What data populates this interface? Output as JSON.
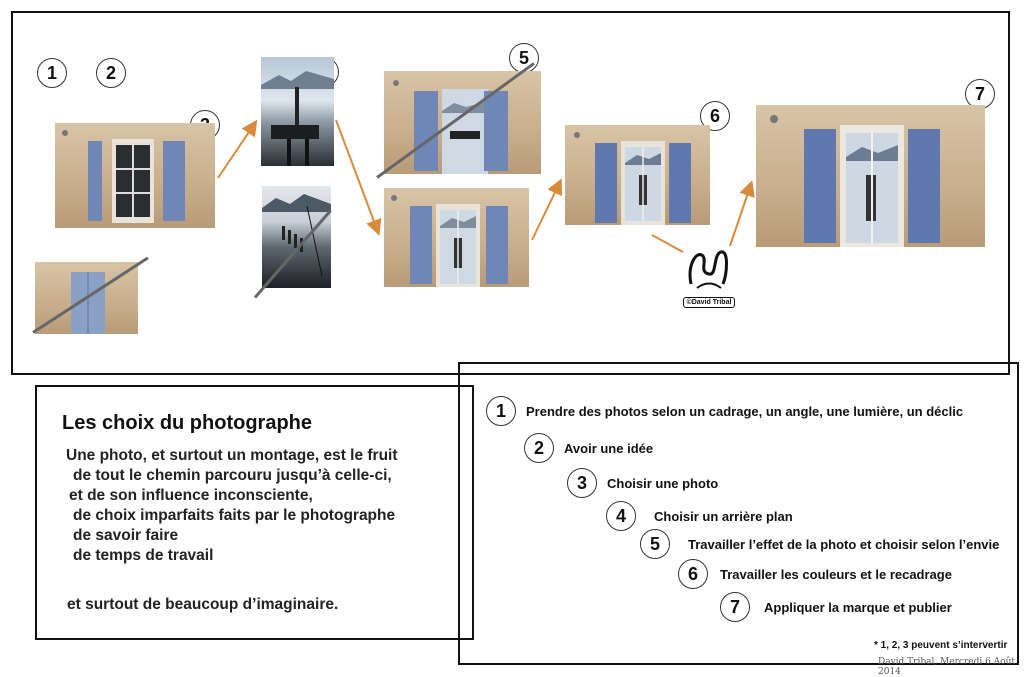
{
  "diagram": {
    "numbers": [
      "1",
      "2",
      "3",
      "4",
      "5",
      "6",
      "7"
    ],
    "watermark": "©David Tribal"
  },
  "text_box": {
    "title": "Les choix du photographe",
    "lines": [
      "Une photo, et surtout un montage, est le fruit",
      "de tout le chemin parcouru jusqu’à celle-ci,",
      "et de son influence inconsciente,",
      "de choix imparfaits faits par le photographe",
      "de savoir faire",
      "de temps de travail"
    ],
    "closing": "et surtout de beaucoup d’imaginaire."
  },
  "steps": [
    {
      "n": "1",
      "label": "Prendre des photos selon un cadrage, un angle, une lumière, un déclic"
    },
    {
      "n": "2",
      "label": "Avoir une idée"
    },
    {
      "n": "3",
      "label": "Choisir une photo"
    },
    {
      "n": "4",
      "label": "Choisir un arrière plan"
    },
    {
      "n": "5",
      "label": "Travailler l’effet de la photo et choisir selon l’envie"
    },
    {
      "n": "6",
      "label": "Travailler les couleurs et le recadrage"
    },
    {
      "n": "7",
      "label": "Appliquer la marque  et publier"
    }
  ],
  "footnote": "* 1, 2, 3 peuvent s’intervertir",
  "signature": "David Tribal, Mercredi 6 Août 2014",
  "colors": {
    "arrow": "#d98a3a",
    "shutter": "#6f86b6",
    "wall": "#c9b08e",
    "sky": "#cfd9e3",
    "frame": "#111111"
  }
}
